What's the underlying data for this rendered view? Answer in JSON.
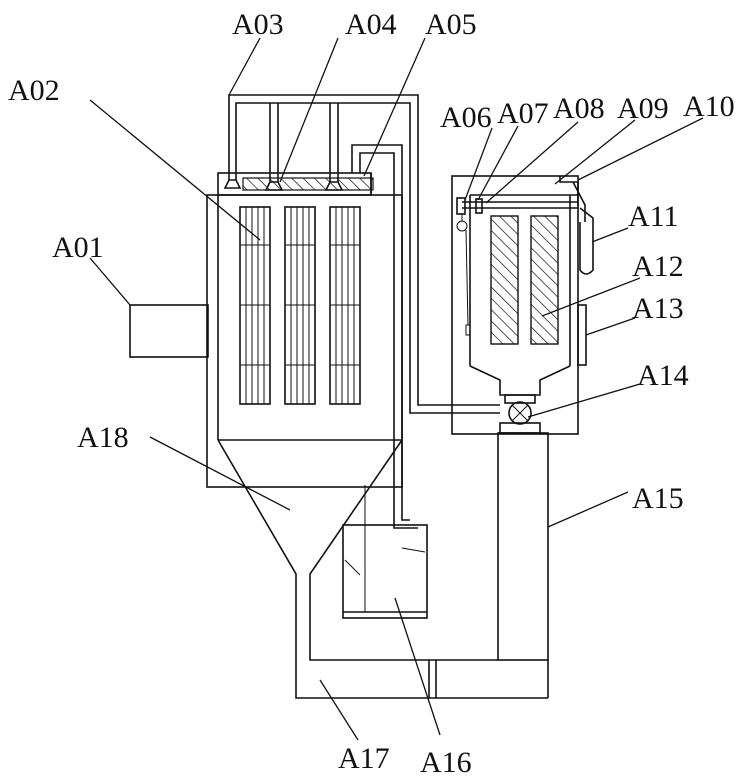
{
  "labels": {
    "A01": "A01",
    "A02": "A02",
    "A03": "A03",
    "A04": "A04",
    "A05": "A05",
    "A06": "A06",
    "A07": "A07",
    "A08": "A08",
    "A09": "A09",
    "A10": "A10",
    "A11": "A11",
    "A12": "A12",
    "A13": "A13",
    "A14": "A14",
    "A15": "A15",
    "A16": "A16",
    "A17": "A17",
    "A18": "A18"
  }
}
